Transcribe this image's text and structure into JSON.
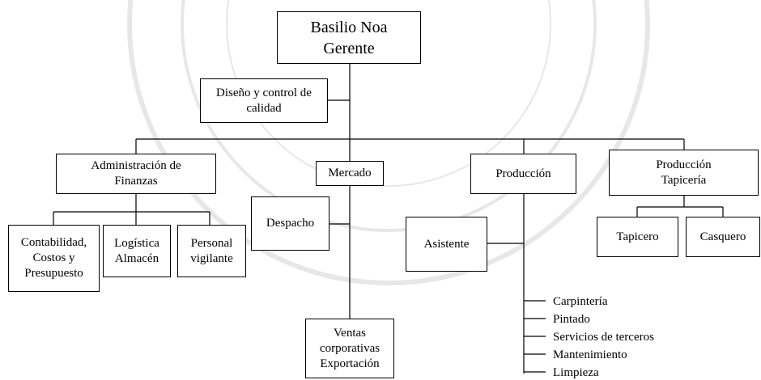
{
  "org_chart": {
    "root": {
      "name": "Basilio Noa",
      "role": "Gerente"
    },
    "quality": {
      "lines": [
        "Diseño y control de",
        "calidad"
      ]
    },
    "departments": {
      "finance": {
        "lines": [
          "Administración de",
          "Finanzas"
        ],
        "children": [
          {
            "lines": [
              "Contabilidad,",
              "Costos y",
              "Presupuesto"
            ]
          },
          {
            "lines": [
              "Logística",
              "Almacén"
            ]
          },
          {
            "lines": [
              "Personal",
              "vigilante"
            ]
          }
        ]
      },
      "market": {
        "label": "Mercado",
        "dispatch": "Despacho",
        "sales": {
          "lines": [
            "Ventas",
            "corporativas",
            "Exportación"
          ]
        }
      },
      "production": {
        "label": "Producción",
        "assistant": "Asistente",
        "areas": [
          "Carpintería",
          "Pintado",
          "Servicios de terceros",
          "Mantenimiento",
          "Limpieza"
        ]
      },
      "upholstery": {
        "lines": [
          "Producción",
          "Tapicería"
        ],
        "children": [
          "Tapicero",
          "Casquero"
        ]
      }
    }
  }
}
